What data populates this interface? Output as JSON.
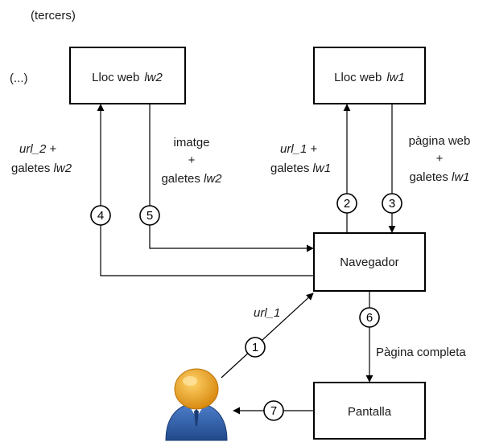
{
  "labels": {
    "tercers": "(tercers)",
    "ellipsis": "(...)"
  },
  "boxes": {
    "lw2": {
      "label": "Lloc web",
      "italic": "lw2"
    },
    "lw1": {
      "label": "Lloc web",
      "italic": "lw1"
    },
    "navegador": "Navegador",
    "pantalla": "Pantalla"
  },
  "edge_labels": {
    "url2": {
      "italic": "url_2",
      "plus": " +",
      "line2": "galetes ",
      "line2_italic": "lw2"
    },
    "imatge": {
      "line1": "imatge",
      "line2": "+",
      "line3": "galetes ",
      "line3_italic": "lw2"
    },
    "url1_top": {
      "italic": "url_1",
      "plus": " +",
      "line2": "galetes ",
      "line2_italic": "lw1"
    },
    "pagina_web": {
      "line1": "pàgina web",
      "line2": "+",
      "line3": "galetes ",
      "line3_italic": "lw1"
    },
    "url1_user": "url_1",
    "pagina_completa": "Pàgina completa"
  },
  "steps": [
    "1",
    "2",
    "3",
    "4",
    "5",
    "6",
    "7"
  ],
  "colors": {
    "avatar_head": "#f0a020",
    "avatar_body": "#2f5fa8",
    "line": "#000000"
  },
  "icons": {
    "user": "user-avatar-icon"
  }
}
